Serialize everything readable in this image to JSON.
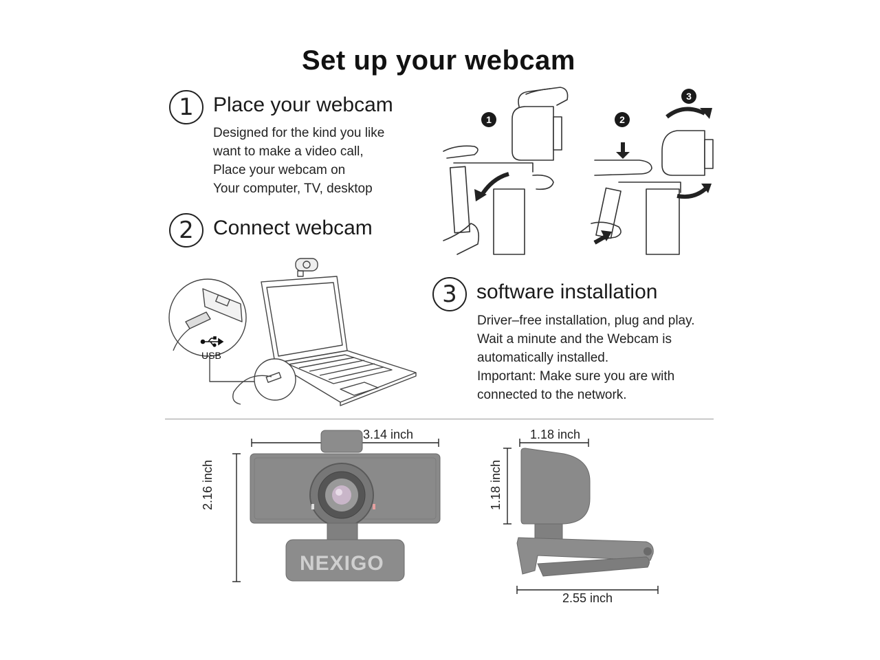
{
  "title": "Set up your webcam",
  "steps": [
    {
      "number": "1",
      "title": "Place your webcam",
      "lines": [
        "Designed for the kind you like",
        "want to make a video call,",
        "Place your webcam on",
        "Your computer, TV, desktop"
      ]
    },
    {
      "number": "2",
      "title": "Connect webcam",
      "lines": []
    },
    {
      "number": "3",
      "title": "software installation",
      "lines": [
        "Driver–free installation, plug and play.",
        "Wait a minute and the Webcam is",
        "automatically installed.",
        "Important: Make sure you are with",
        "connected to the network."
      ]
    }
  ],
  "mount_badges": [
    "1",
    "2",
    "3"
  ],
  "usb_label": "USB",
  "brand_logo": "NEXIGO",
  "dimensions": {
    "front_width": "3.14 inch",
    "front_height": "2.16 inch",
    "side_depth": "1.18 inch",
    "side_height": "1.18 inch",
    "clip_length": "2.55 inch"
  },
  "icons": {
    "usb": "usb-icon",
    "arrows": "rotate-arrow-icon"
  }
}
